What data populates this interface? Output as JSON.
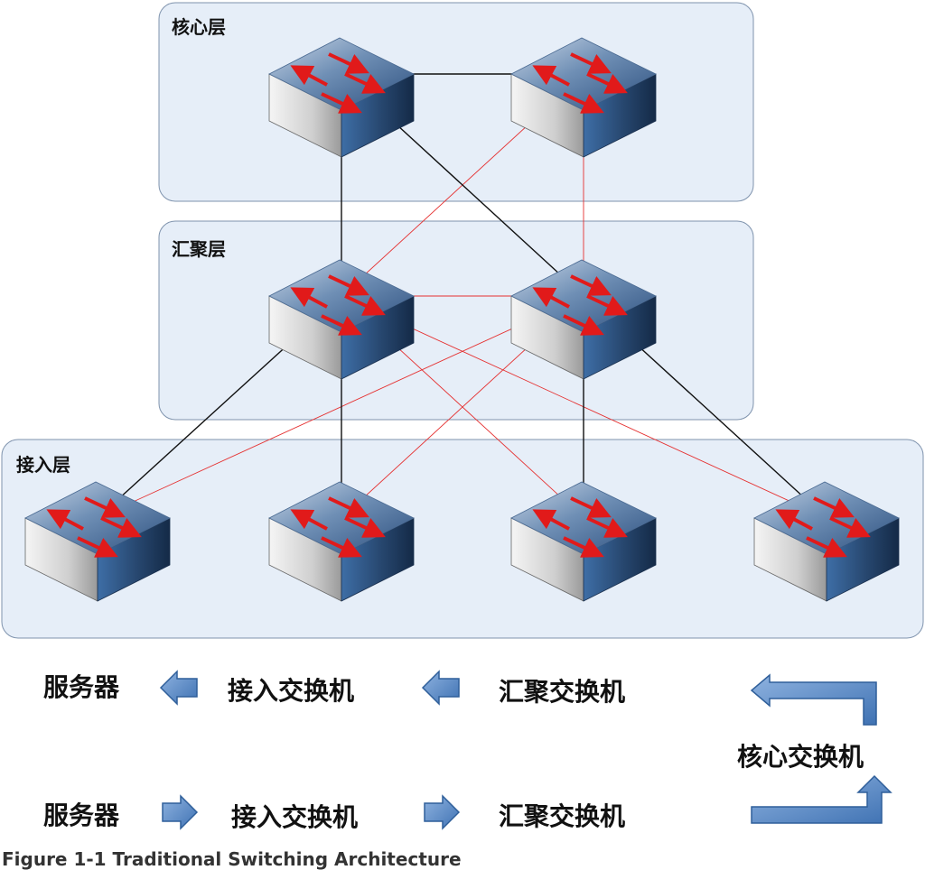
{
  "layers": [
    {
      "id": "core",
      "label": "核心层",
      "switches": 2
    },
    {
      "id": "aggregation",
      "label": "汇聚层",
      "switches": 2
    },
    {
      "id": "access",
      "label": "接入层",
      "switches": 4
    }
  ],
  "links": {
    "active_color": "#111111",
    "backup_color": "#e53030",
    "active": [
      [
        "core-1",
        "core-2"
      ],
      [
        "core-1",
        "agg-1"
      ],
      [
        "core-1",
        "agg-2"
      ],
      [
        "agg-1",
        "acc-1"
      ],
      [
        "agg-1",
        "acc-2"
      ],
      [
        "agg-2",
        "acc-3"
      ],
      [
        "agg-2",
        "acc-4"
      ]
    ],
    "backup": [
      [
        "core-2",
        "agg-1"
      ],
      [
        "core-2",
        "agg-2"
      ],
      [
        "agg-1",
        "agg-2"
      ],
      [
        "agg-1",
        "acc-3"
      ],
      [
        "agg-1",
        "acc-4"
      ],
      [
        "agg-2",
        "acc-1"
      ],
      [
        "agg-2",
        "acc-2"
      ]
    ]
  },
  "flow": {
    "row1": [
      "服务器",
      "接入交换机",
      "汇聚交换机"
    ],
    "row2": [
      "服务器",
      "接入交换机",
      "汇聚交换机"
    ],
    "core": "核心交换机"
  },
  "caption": "Figure 1-1  Traditional Switching Architecture",
  "colors": {
    "layer_fill": "#e6eef8",
    "layer_stroke": "#7f93ad",
    "arrow_fill": "#5b8cc8",
    "arrow_stroke": "#2f5f9a",
    "switch_arrow": "#e11a1a"
  }
}
